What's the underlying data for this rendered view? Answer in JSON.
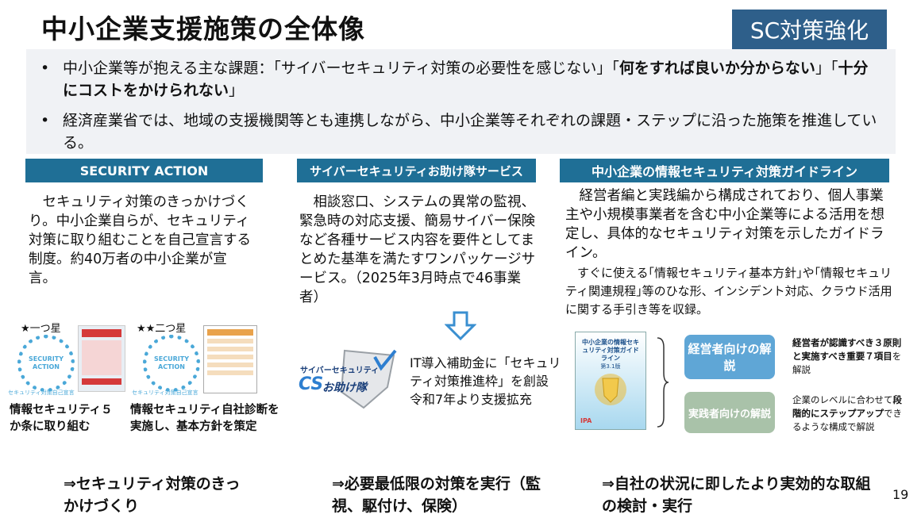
{
  "title": "中小企業支援施策の全体像",
  "tag": "SC対策強化",
  "summary": {
    "bullet1_a": "中小企業等が抱える主な課題：「サイバーセキュリティ対策の必要性を感じない」「",
    "bullet1_b": "何をすれば良いか分からない",
    "bullet1_c": "」「",
    "bullet1_d": "十分にコストをかけられない",
    "bullet1_e": "」",
    "bullet2": "経済産業省では、地域の支援機関等とも連携しながら、中小企業等それぞれの課題・ステップに沿った施策を推進している。"
  },
  "col1": {
    "header": "SECURITY ACTION",
    "body": "　セキュリティ対策のきっかけづくり。中小企業自らが、セキュリティ対策に取り組むことを自己宣言する制度。約40万者の中小企業が宣言。",
    "star1_label": "★一つ星",
    "star2_label": "★★二つ星",
    "badge_text": "SECURITY ACTION",
    "badge_sub": "セキュリティ対策自己宣言",
    "caption1": "情報セキュリティ５か条に取り組む",
    "caption2": "情報セキュリティ自社診断を実施し、基本方針を策定",
    "conclusion": "⇒セキュリティ対策のきっかけづくり"
  },
  "col2": {
    "header": "サイバーセキュリティお助け隊サービス",
    "body": "　相談窓口、システムの異常の監視、緊急時の対応支援、簡易サイバー保険など各種サービス内容を要件としてまとめた基準を満たすワンパッケージサービス。（2025年3月時点で46事業者）",
    "logo_top": "サイバーセキュリティ",
    "logo_main": "お助け隊",
    "logo_cs": "CS",
    "subsidy": "IT導入補助金に「セキュリティ対策推進枠」を創設\n令和7年より支援拡充",
    "conclusion": "⇒必要最低限の対策を実行（監視、駆付け、保険）"
  },
  "col3": {
    "header": "中小企業の情報セキュリティ対策ガイドライン",
    "body1": "　経営者編と実践編から構成されており、個人事業主や小規模事業者を含む中小企業等による活用を想定し、具体的なセキュリティ対策を示したガイドライン。",
    "body2": "　すぐに使える｢情報セキュリティ基本方針｣や｢情報セキュリティ関連規程｣等のひな形、インシデント対応、クラウド活用に関する手引き等を収録。",
    "book_title": "中小企業の情報セキュリティ対策ガイドライン",
    "book_edition": "第3.1版",
    "book_ipa": "IPA",
    "pill1": "経営者向けの解説",
    "pill2": "実践者向けの解説",
    "desc1_a": "経営者が認識すべき３原則と実施すべき重要７項目",
    "desc1_b": "を解説",
    "desc2_a": "企業のレベルに合わせて",
    "desc2_b": "段階的にステップアップ",
    "desc2_c": "できるような構成で解説",
    "conclusion": "⇒自社の状況に即したより実効的な取組の検討・実行"
  },
  "page_number": "19",
  "colors": {
    "header_blue": "#1f6f96",
    "tag_blue": "#2e5f8a",
    "pill1": "#5fa6d6",
    "pill2": "#a9c2a9",
    "arrow": "#3a8fd0"
  }
}
